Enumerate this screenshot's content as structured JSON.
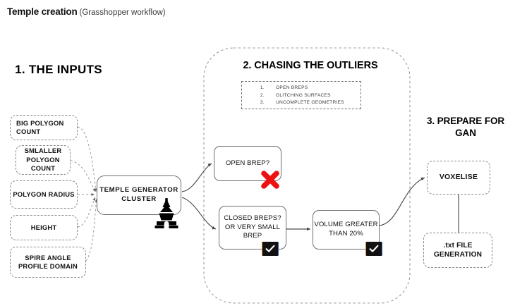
{
  "title": {
    "main": "Temple creation",
    "sub": "(Grasshopper workflow)"
  },
  "sections": {
    "inputs": {
      "heading": "1.  THE INPUTS",
      "items": [
        {
          "label": "BIG  POLYGON COUNT"
        },
        {
          "label": "SMLALLER POLYGON COUNT"
        },
        {
          "label": "POLYGON RADIUS"
        },
        {
          "label": "HEIGHT"
        },
        {
          "label": "SPIRE ANGLE  PROFILE DOMAIN"
        }
      ]
    },
    "outliers": {
      "heading": "2. CHASING THE OUTLIERS",
      "list": [
        "OPEN BREPS",
        "GLITCHING SURFACES",
        "UNCOMPLETE GEOMETRIES"
      ],
      "nodes": {
        "open_brep": "OPEN BREP?",
        "closed_brep": "CLOSED BREPS? OR VERY SMALL BREP",
        "volume": "VOLUME GREATER THAN  20%"
      },
      "marks": {
        "reject": "red-x-icon",
        "accept_1": "black-checkbox-icon",
        "accept_2": "black-checkbox-icon"
      }
    },
    "gan": {
      "heading": "3. PREPARE FOR GAN",
      "nodes": {
        "voxelise": "VOXELISE",
        "txt_file": ".txt FILE GENERATION"
      }
    }
  },
  "cluster": {
    "label": "TEMPLE GENERATOR CLUSTER",
    "icon": "temple-icon"
  },
  "colors": {
    "reject": "#ee1111",
    "accept": "#111111",
    "node_border": "#6e6e6e",
    "dashed_border": "#8a8a8a",
    "background": "#ffffff"
  }
}
